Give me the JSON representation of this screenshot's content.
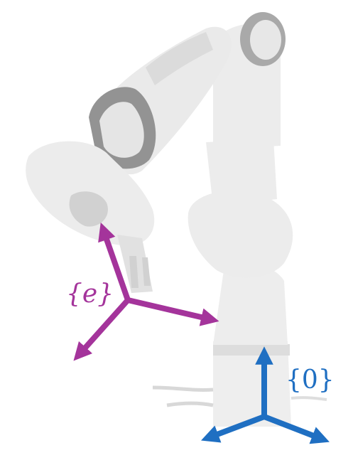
{
  "figure": {
    "subject": "robot-arm-illustration",
    "colors": {
      "background": "#ffffff",
      "robot_body": "#ececec",
      "robot_shadow": "#d4d4d4",
      "robot_joint_dark": "#9a9a9a",
      "end_effector_frame": "#a4349b",
      "base_frame": "#1f6fc2"
    }
  },
  "frames": {
    "end_effector": {
      "label": "{e}",
      "color": "#a4349b"
    },
    "base": {
      "label": "{0}",
      "color": "#1f6fc2"
    }
  }
}
